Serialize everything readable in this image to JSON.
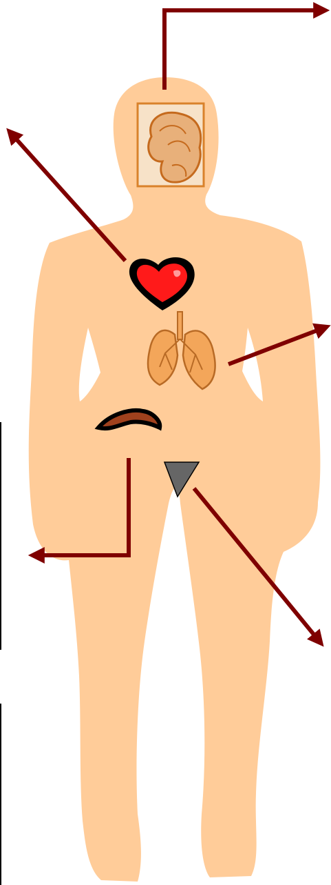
{
  "diagram": {
    "body_color": "#ffcc99",
    "arrow_color": "#7f0000",
    "heart_fill": "#ff1a1a",
    "heart_outline": "#000000",
    "lungs_fill": "#f3a65a",
    "stomach_fill": "#a0411d",
    "pelvis_fill": "#666666",
    "brain_fill": "#e8b07a",
    "edge_line_color": "#000000"
  },
  "organs": [
    "brain-icon",
    "heart-icon",
    "lungs-icon",
    "stomach-icon",
    "pelvis-icon"
  ],
  "arrows": [
    {
      "name": "brain-arrow",
      "from": "brain-icon",
      "direction": "up-right"
    },
    {
      "name": "heart-arrow",
      "from": "heart-icon",
      "direction": "up-left"
    },
    {
      "name": "lungs-arrow",
      "from": "lungs-icon",
      "direction": "up-right"
    },
    {
      "name": "stomach-arrow",
      "from": "stomach-icon",
      "direction": "down-left"
    },
    {
      "name": "pelvis-arrow",
      "from": "pelvis-icon",
      "direction": "down-right"
    }
  ]
}
